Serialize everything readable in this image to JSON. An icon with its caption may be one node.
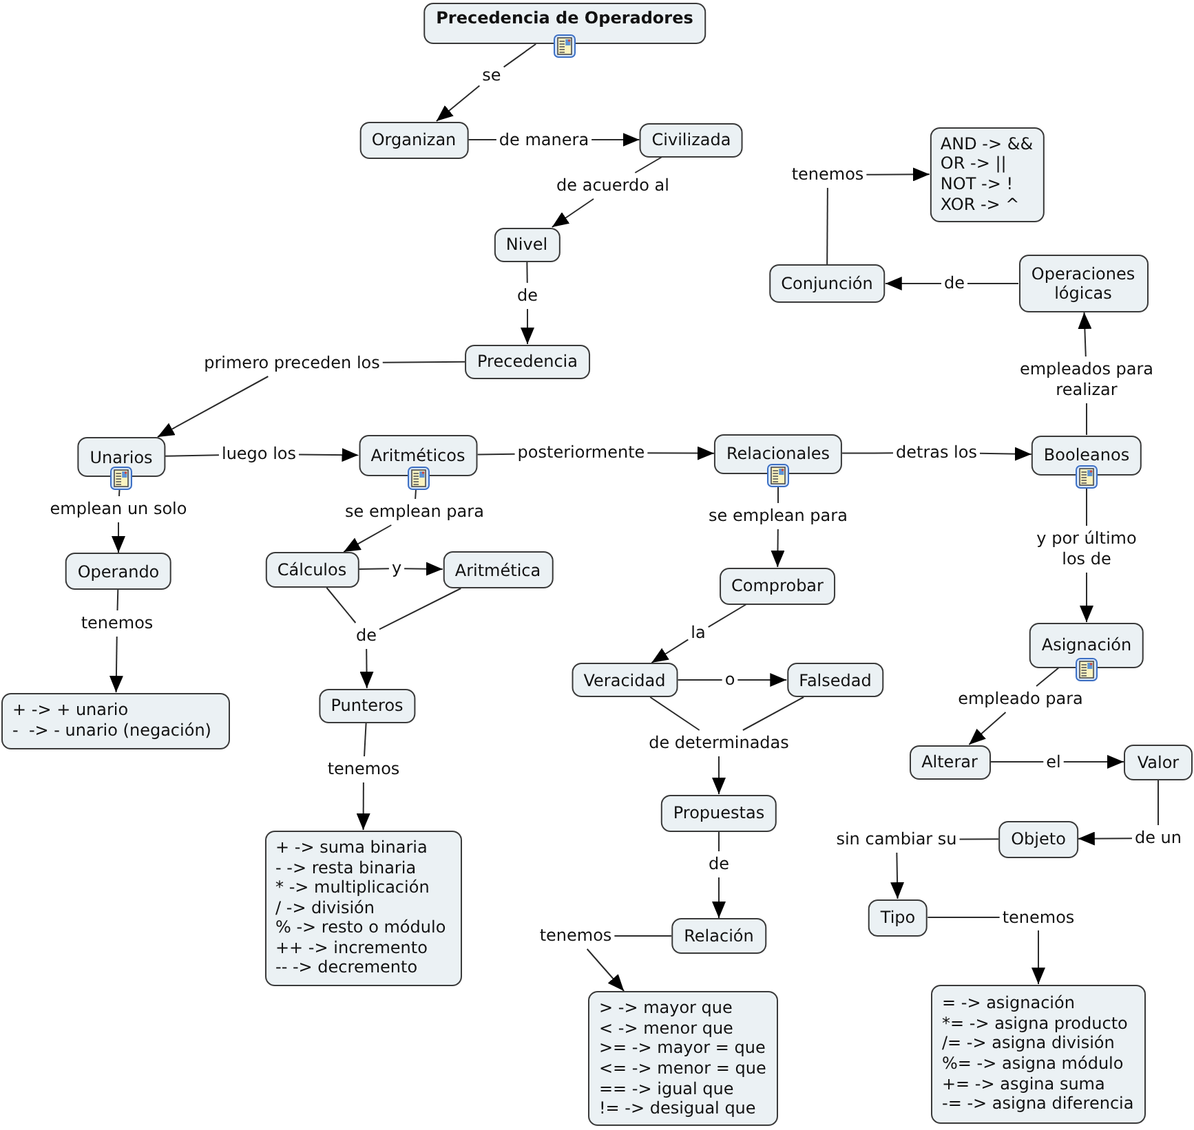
{
  "diagram": {
    "nodes": [
      {
        "text": [
          "Precedencia de Operadores"
        ]
      },
      {
        "text": [
          "se"
        ]
      },
      {
        "text": [
          "Organizan"
        ]
      },
      {
        "text": [
          "de manera"
        ]
      },
      {
        "text": [
          "Civilizada"
        ]
      },
      {
        "text": [
          "de acuerdo al"
        ]
      },
      {
        "text": [
          "Nivel"
        ]
      },
      {
        "text": [
          "de"
        ]
      },
      {
        "text": [
          "Precedencia"
        ]
      },
      {
        "text": [
          "primero preceden los"
        ]
      },
      {
        "text": [
          "Unarios"
        ]
      },
      {
        "text": [
          "luego los"
        ]
      },
      {
        "text": [
          "Aritméticos"
        ]
      },
      {
        "text": [
          "posteriormente"
        ]
      },
      {
        "text": [
          "Relacionales"
        ]
      },
      {
        "text": [
          "detras los"
        ]
      },
      {
        "text": [
          "Booleanos"
        ]
      },
      {
        "text": [
          "empleados para realizar"
        ]
      },
      {
        "text": [
          "Operaciones lógicas"
        ]
      },
      {
        "text": [
          "de"
        ]
      },
      {
        "text": [
          "Conjunción"
        ]
      },
      {
        "text": [
          "tenemos"
        ]
      },
      {
        "text": [
          "AND -> &&",
          "OR -> ||",
          "NOT -> !",
          "XOR -> ^"
        ]
      },
      {
        "text": [
          "emplean un solo"
        ]
      },
      {
        "text": [
          "Operando"
        ]
      },
      {
        "text": [
          "tenemos"
        ]
      },
      {
        "text": [
          "+ -> + unario",
          "-  -> - unario (negación)"
        ]
      },
      {
        "text": [
          "se emplean para"
        ]
      },
      {
        "text": [
          "Cálculos"
        ]
      },
      {
        "text": [
          "y"
        ]
      },
      {
        "text": [
          "Aritmética"
        ]
      },
      {
        "text": [
          "de"
        ]
      },
      {
        "text": [
          "Punteros"
        ]
      },
      {
        "text": [
          "tenemos"
        ]
      },
      {
        "text": [
          "+ -> suma binaria",
          "- -> resta binaria",
          "* -> multiplicación",
          "/ -> división",
          "% -> resto o módulo",
          "++ -> incremento",
          "-- -> decremento"
        ]
      },
      {
        "text": [
          "se emplean para"
        ]
      },
      {
        "text": [
          "Comprobar"
        ]
      },
      {
        "text": [
          "la"
        ]
      },
      {
        "text": [
          "Veracidad"
        ]
      },
      {
        "text": [
          "o"
        ]
      },
      {
        "text": [
          "Falsedad"
        ]
      },
      {
        "text": [
          "de determinadas"
        ]
      },
      {
        "text": [
          "Propuestas"
        ]
      },
      {
        "text": [
          "de"
        ]
      },
      {
        "text": [
          "Relación"
        ]
      },
      {
        "text": [
          "tenemos"
        ]
      },
      {
        "text": [
          "> -> mayor que",
          "< -> menor que",
          ">= -> mayor = que",
          "<= -> menor = que",
          "== -> igual que",
          "!= -> desigual que"
        ]
      },
      {
        "text": [
          "y por último los de"
        ]
      },
      {
        "text": [
          "Asignación"
        ]
      },
      {
        "text": [
          "empleado para"
        ]
      },
      {
        "text": [
          "Alterar"
        ]
      },
      {
        "text": [
          "el"
        ]
      },
      {
        "text": [
          "Valor"
        ]
      },
      {
        "text": [
          "de un"
        ]
      },
      {
        "text": [
          "Objeto"
        ]
      },
      {
        "text": [
          "sin cambiar su"
        ]
      },
      {
        "text": [
          "Tipo"
        ]
      },
      {
        "text": [
          "tenemos"
        ]
      },
      {
        "text": [
          "= -> asignación",
          "*= -> asigna producto",
          "/= -> asigna división",
          "%= -> asigna módulo",
          "+= -> asgina suma",
          "-= -> asigna diferencia"
        ]
      }
    ],
    "edges": [
      {
        "from": 0,
        "to": 1,
        "arrow": "none"
      },
      {
        "from": 1,
        "to": 2,
        "arrow": "to"
      },
      {
        "from": 2,
        "to": 3,
        "arrow": "none"
      },
      {
        "from": 3,
        "to": 4,
        "arrow": "to"
      },
      {
        "from": 4,
        "to": 5,
        "arrow": "none"
      },
      {
        "from": 5,
        "to": 6,
        "arrow": "to"
      },
      {
        "from": 6,
        "to": 7,
        "arrow": "none"
      },
      {
        "from": 7,
        "to": 8,
        "arrow": "to"
      },
      {
        "from": 8,
        "to": 9,
        "arrow": "none"
      },
      {
        "from": 9,
        "to": 10,
        "arrow": "to"
      },
      {
        "from": 10,
        "to": 11,
        "arrow": "none"
      },
      {
        "from": 11,
        "to": 12,
        "arrow": "to"
      },
      {
        "from": 12,
        "to": 13,
        "arrow": "none"
      },
      {
        "from": 13,
        "to": 14,
        "arrow": "to"
      },
      {
        "from": 14,
        "to": 15,
        "arrow": "none"
      },
      {
        "from": 15,
        "to": 16,
        "arrow": "to"
      },
      {
        "from": 16,
        "to": 17,
        "arrow": "none"
      },
      {
        "from": 17,
        "to": 18,
        "arrow": "to"
      },
      {
        "from": 18,
        "to": 19,
        "arrow": "none"
      },
      {
        "from": 19,
        "to": 20,
        "arrow": "to"
      },
      {
        "from": 20,
        "to": 21,
        "arrow": "none"
      },
      {
        "from": 21,
        "to": 22,
        "arrow": "to"
      },
      {
        "from": 10,
        "to": 23,
        "arrow": "none"
      },
      {
        "from": 23,
        "to": 24,
        "arrow": "to"
      },
      {
        "from": 24,
        "to": 25,
        "arrow": "none"
      },
      {
        "from": 25,
        "to": 26,
        "arrow": "to"
      },
      {
        "from": 12,
        "to": 27,
        "arrow": "none"
      },
      {
        "from": 27,
        "to": 28,
        "arrow": "to"
      },
      {
        "from": 28,
        "to": 29,
        "arrow": "none"
      },
      {
        "from": 29,
        "to": 30,
        "arrow": "to"
      },
      {
        "from": 28,
        "to": 31,
        "arrow": "none"
      },
      {
        "from": 30,
        "to": 31,
        "arrow": "none"
      },
      {
        "from": 31,
        "to": 32,
        "arrow": "to"
      },
      {
        "from": 32,
        "to": 33,
        "arrow": "none"
      },
      {
        "from": 33,
        "to": 34,
        "arrow": "to"
      },
      {
        "from": 14,
        "to": 35,
        "arrow": "none"
      },
      {
        "from": 35,
        "to": 36,
        "arrow": "to"
      },
      {
        "from": 36,
        "to": 37,
        "arrow": "none"
      },
      {
        "from": 37,
        "to": 38,
        "arrow": "to"
      },
      {
        "from": 38,
        "to": 39,
        "arrow": "none"
      },
      {
        "from": 39,
        "to": 40,
        "arrow": "to"
      },
      {
        "from": 38,
        "to": 41,
        "arrow": "none"
      },
      {
        "from": 40,
        "to": 41,
        "arrow": "none"
      },
      {
        "from": 41,
        "to": 42,
        "arrow": "to"
      },
      {
        "from": 42,
        "to": 43,
        "arrow": "none"
      },
      {
        "from": 43,
        "to": 44,
        "arrow": "to"
      },
      {
        "from": 44,
        "to": 45,
        "arrow": "none"
      },
      {
        "from": 45,
        "to": 46,
        "arrow": "to"
      },
      {
        "from": 16,
        "to": 47,
        "arrow": "none"
      },
      {
        "from": 47,
        "to": 48,
        "arrow": "to"
      },
      {
        "from": 48,
        "to": 49,
        "arrow": "none"
      },
      {
        "from": 49,
        "to": 50,
        "arrow": "to"
      },
      {
        "from": 50,
        "to": 51,
        "arrow": "none"
      },
      {
        "from": 51,
        "to": 52,
        "arrow": "to"
      },
      {
        "from": 52,
        "to": 53,
        "arrow": "none"
      },
      {
        "from": 53,
        "to": 54,
        "arrow": "to"
      },
      {
        "from": 54,
        "to": 55,
        "arrow": "none"
      },
      {
        "from": 55,
        "to": 56,
        "arrow": "to"
      },
      {
        "from": 56,
        "to": 57,
        "arrow": "none"
      },
      {
        "from": 57,
        "to": 58,
        "arrow": "to"
      }
    ]
  }
}
